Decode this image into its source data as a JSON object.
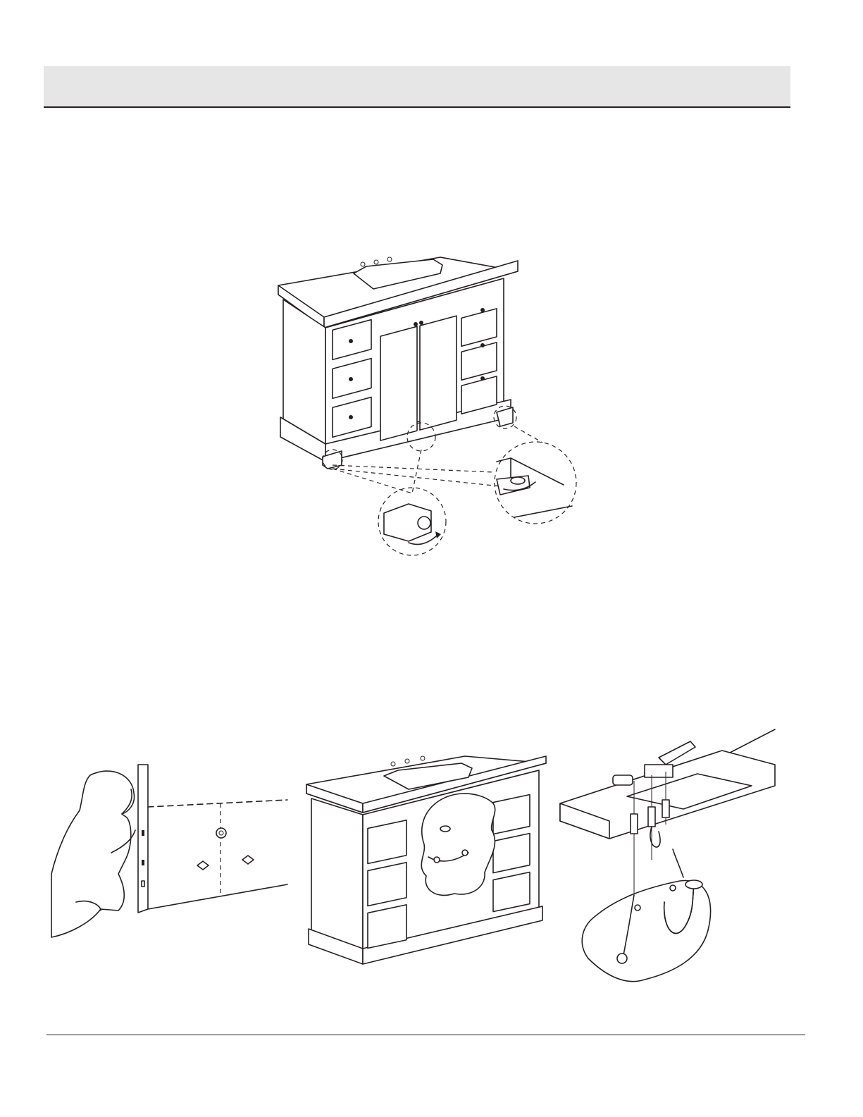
{
  "header": {
    "title": ""
  },
  "figures": {
    "leveling": {
      "icons": [
        "vanity-cabinet",
        "leveling-foot-detail",
        "leveling-foot-detail"
      ]
    },
    "wall_mount": {
      "icons": [
        "kneeling-installer",
        "wall-stud",
        "pipe-stubs"
      ]
    },
    "vanity_position": {
      "icons": [
        "vanity-cabinet",
        "plumbing-callout"
      ]
    },
    "plumbing": {
      "icons": [
        "faucet",
        "countertop",
        "p-trap",
        "supply-lines"
      ]
    }
  },
  "colors": {
    "header_band": "#e6e6e6",
    "line": "#231f20"
  }
}
